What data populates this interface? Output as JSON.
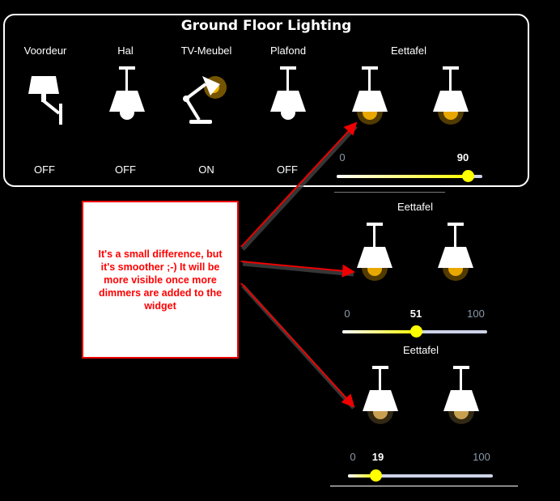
{
  "widget": {
    "title": "Ground Floor Lighting",
    "lights": [
      {
        "name": "Voordeur",
        "state": "OFF",
        "icon": "wall-lamp-icon"
      },
      {
        "name": "Hal",
        "state": "OFF",
        "icon": "pendant-lamp-icon"
      },
      {
        "name": "TV-Meubel",
        "state": "ON",
        "icon": "desk-lamp-icon"
      },
      {
        "name": "Plafond",
        "state": "OFF",
        "icon": "pendant-lamp-icon"
      }
    ],
    "dimmer": {
      "name": "Eettafel",
      "min": "0",
      "value": "90",
      "percent": 90
    }
  },
  "variant2": {
    "name": "Eettafel",
    "min": "0",
    "value": "51",
    "max": "100",
    "percent": 51
  },
  "variant3": {
    "name": "Eettafel",
    "min": "0",
    "value": "19",
    "max": "100",
    "percent": 19
  },
  "annotation": "It's a small difference, but it's smoother ;-) It will be more visible once more dimmers are added to the widget",
  "colors": {
    "accent": "#ffff00",
    "arrow": "#ee0000",
    "glow": "#e8a800"
  }
}
